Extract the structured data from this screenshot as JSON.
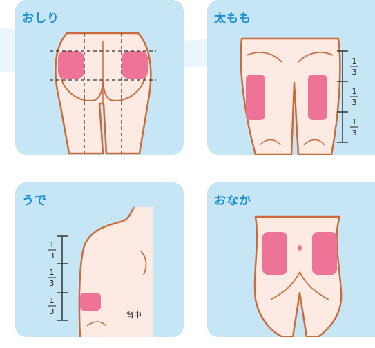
{
  "panels": {
    "buttocks": {
      "title": "おしり"
    },
    "thigh": {
      "title": "太もも",
      "fractions": [
        {
          "num": "1",
          "den": "3"
        },
        {
          "num": "1",
          "den": "3"
        },
        {
          "num": "1",
          "den": "3"
        }
      ]
    },
    "arm": {
      "title": "うで",
      "fractions": [
        {
          "num": "1",
          "den": "3"
        },
        {
          "num": "1",
          "den": "3"
        },
        {
          "num": "1",
          "den": "3"
        }
      ],
      "back_label": "背中"
    },
    "abdomen": {
      "title": "おなか"
    }
  },
  "colors": {
    "panel_bg": "#c7e6f5",
    "title": "#1a8fd4",
    "skin": "#fdeae3",
    "outline": "#c96b3b",
    "injection_area": "#ee7497"
  }
}
